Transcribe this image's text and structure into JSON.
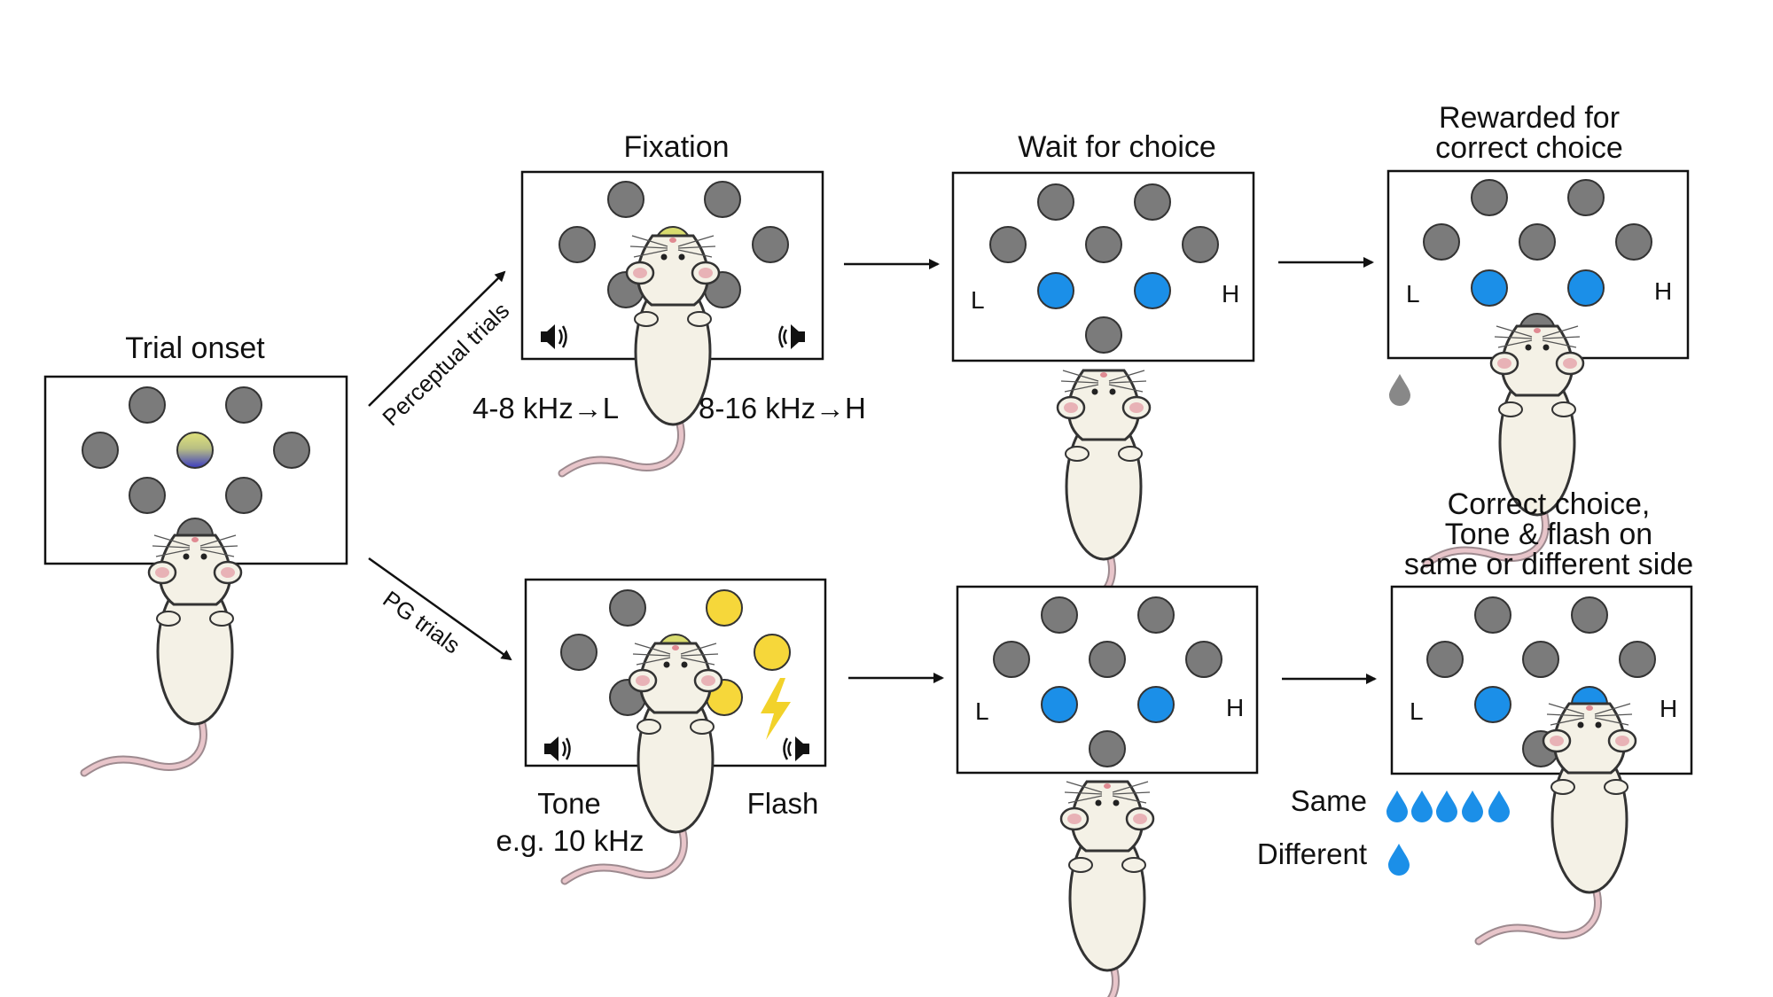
{
  "colors": {
    "port_idle": "#7b7b7b",
    "port_active": "#1b8fe8",
    "port_flash": "#f6d73a",
    "mouse_body": "#f4f1e6",
    "mouse_pink": "#e8b2b6",
    "water": "#1b8fe8",
    "water_grey": "#888888",
    "bolt": "#f2d22a",
    "center_top": "#e0e27a",
    "center_bottom": "#3b3bc0"
  },
  "stages": {
    "trial_onset": "Trial onset",
    "fixation": "Fixation",
    "wait": "Wait for choice",
    "reward_title_1": "Rewarded for",
    "reward_title_2": "correct choice",
    "pg_title_1": "Correct choice,",
    "pg_title_2": "Tone & flash on",
    "pg_title_3": "same or different side"
  },
  "branches": {
    "perceptual": "Perceptual trials",
    "pg": "PG trials"
  },
  "annotations": {
    "low_freq": "4-8 kHz→L",
    "high_freq": "8-16 kHz→H",
    "tone": "Tone",
    "tone_example": "e.g. 10 kHz",
    "flash": "Flash",
    "same": "Same",
    "different": "Different"
  },
  "sides": {
    "left": "L",
    "right": "H"
  },
  "icons": [
    "speaker-icon",
    "lightning-icon",
    "water-drop-icon",
    "arrow-icon",
    "mouse-icon",
    "port-icon"
  ]
}
